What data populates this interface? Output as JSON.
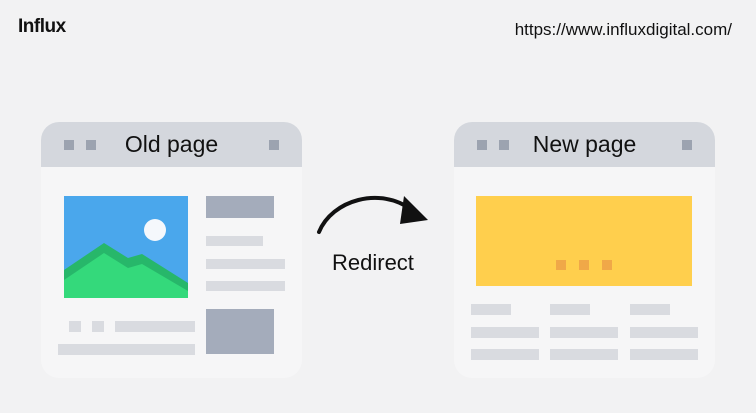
{
  "brand": {
    "logo_text": "Influx"
  },
  "header": {
    "url": "https://www.influxdigital.com/"
  },
  "old_window": {
    "title": "Old page"
  },
  "new_window": {
    "title": "New page"
  },
  "connector": {
    "label": "Redirect"
  },
  "icons": [
    "image-icon",
    "sun-icon",
    "mountain-icon",
    "curved-arrow-icon"
  ],
  "colors": {
    "background": "#f2f2f3",
    "titlebar": "#d4d7dd",
    "placeholder_light": "#d9dbe0",
    "placeholder_dark": "#a4acbb",
    "image_sky": "#4aa7ec",
    "image_mountain": "#34d97b",
    "image_ridge": "#27b76a",
    "content_block": "#ffcf4d",
    "content_dots": "#f0a848"
  }
}
